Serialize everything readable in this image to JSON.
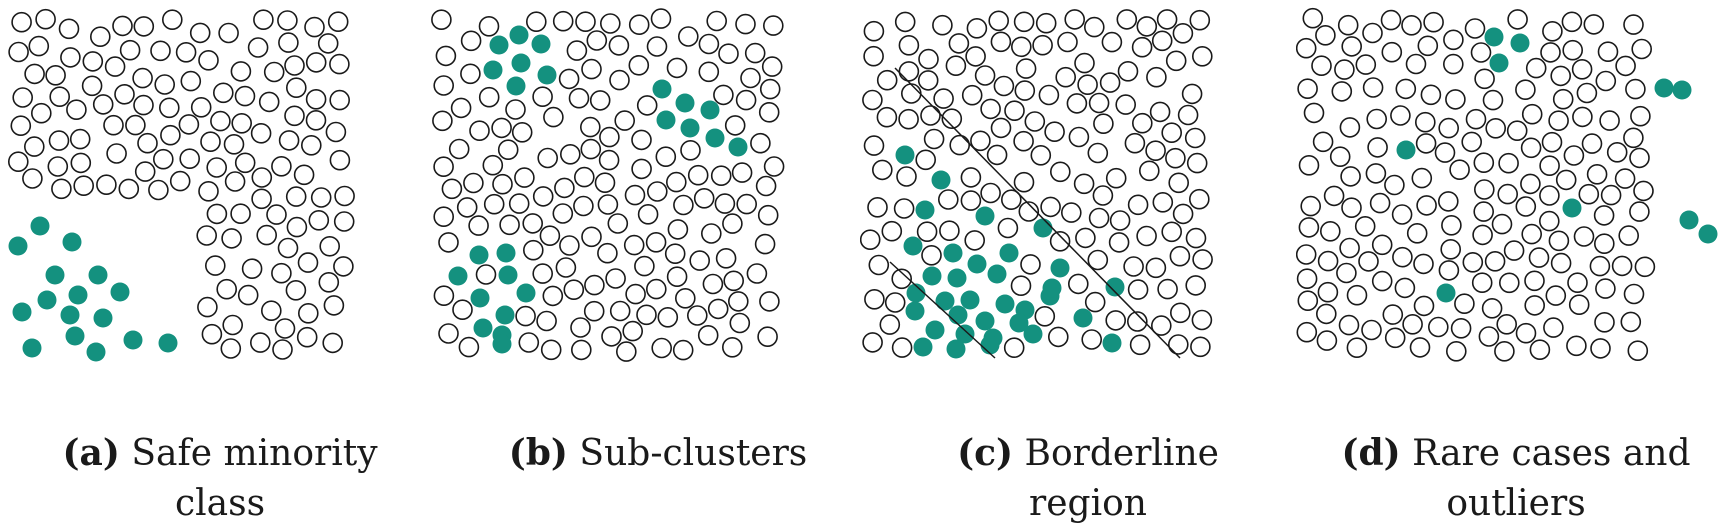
{
  "colors": {
    "minority": "#14917f",
    "majority_outline": "#1a1a1a",
    "background": "#ffffff"
  },
  "panels": [
    {
      "tag": "(a)",
      "caption_line1": "Safe minority class",
      "caption_line2": ""
    },
    {
      "tag": "(b)",
      "caption_line1": "Sub-clusters",
      "caption_line2": ""
    },
    {
      "tag": "(c)",
      "caption_line1": "Borderline",
      "caption_line2": "region"
    },
    {
      "tag": "(d)",
      "caption_line1": "Rare cases and",
      "caption_line2": "outliers"
    }
  ]
}
